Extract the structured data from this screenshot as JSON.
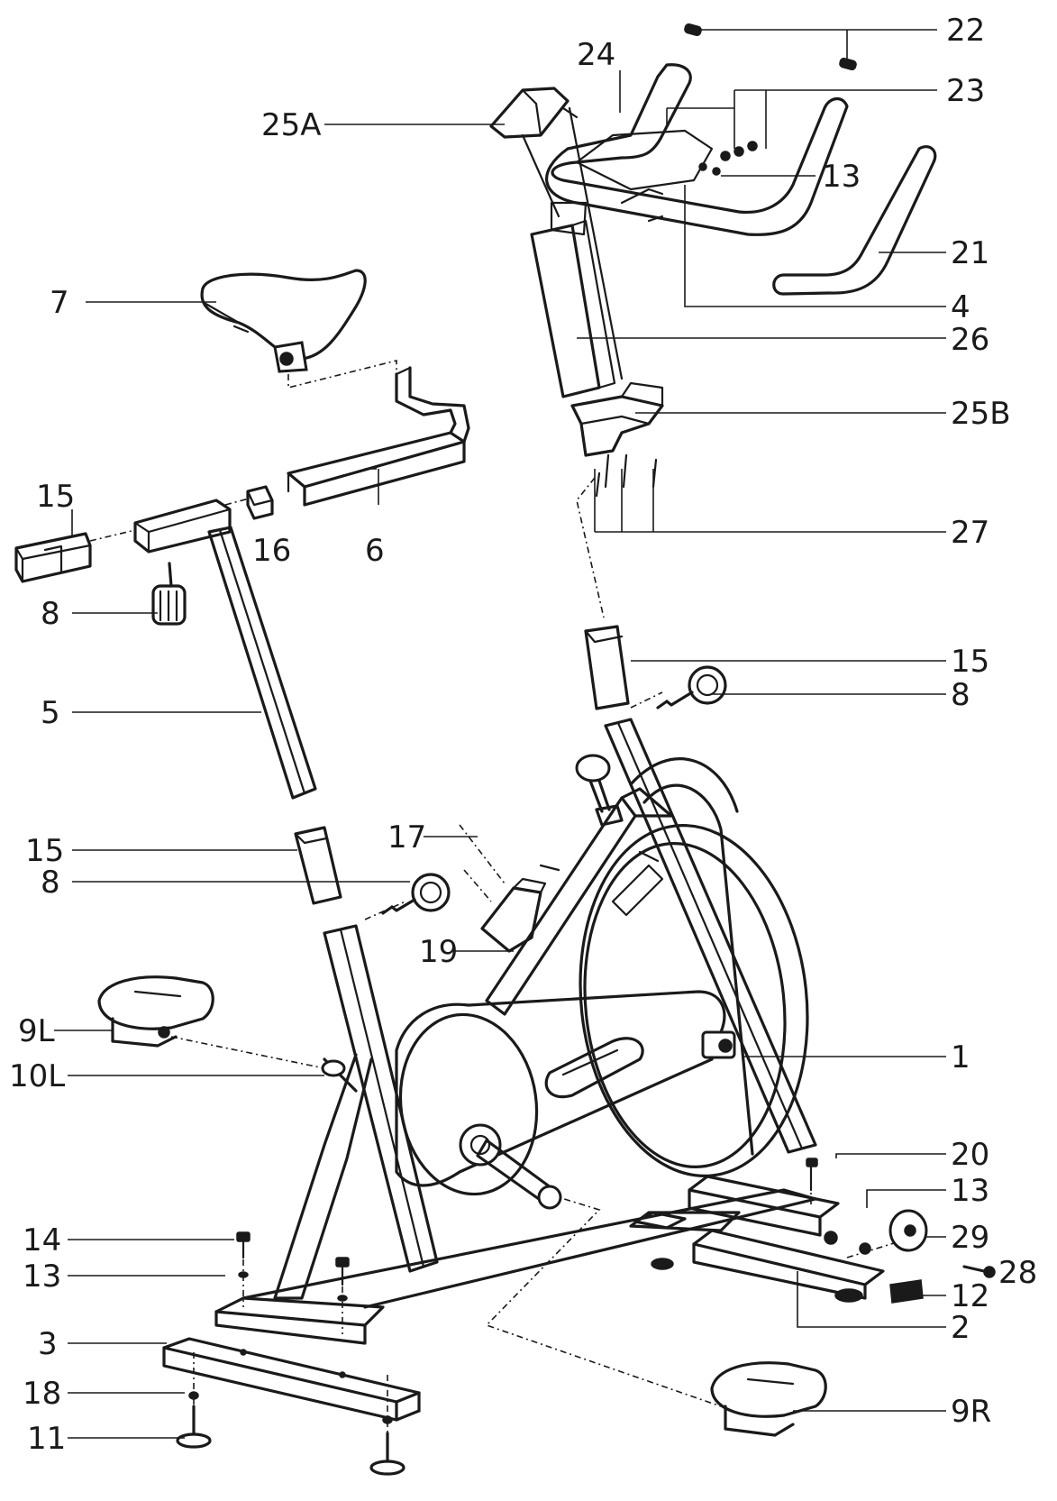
{
  "diagram": {
    "type": "exploded-parts-diagram",
    "ink_color": "#1a1a1a",
    "background_color": "#ffffff",
    "callouts": [
      {
        "id": "c22",
        "label": "22"
      },
      {
        "id": "c24",
        "label": "24"
      },
      {
        "id": "c23",
        "label": "23"
      },
      {
        "id": "c25a",
        "label": "25A"
      },
      {
        "id": "c13a",
        "label": "13"
      },
      {
        "id": "c21",
        "label": "21"
      },
      {
        "id": "c7",
        "label": "7"
      },
      {
        "id": "c4",
        "label": "4"
      },
      {
        "id": "c26",
        "label": "26"
      },
      {
        "id": "c25b",
        "label": "25B"
      },
      {
        "id": "c15a",
        "label": "15"
      },
      {
        "id": "c16",
        "label": "16"
      },
      {
        "id": "c6",
        "label": "6"
      },
      {
        "id": "c27",
        "label": "27"
      },
      {
        "id": "c8a",
        "label": "8"
      },
      {
        "id": "c15b",
        "label": "15"
      },
      {
        "id": "c8b",
        "label": "8"
      },
      {
        "id": "c5",
        "label": "5"
      },
      {
        "id": "c17",
        "label": "17"
      },
      {
        "id": "c15c",
        "label": "15"
      },
      {
        "id": "c8c",
        "label": "8"
      },
      {
        "id": "c19",
        "label": "19"
      },
      {
        "id": "c9l",
        "label": "9L"
      },
      {
        "id": "c1",
        "label": "1"
      },
      {
        "id": "c10l",
        "label": "10L"
      },
      {
        "id": "c20",
        "label": "20"
      },
      {
        "id": "c13b",
        "label": "13"
      },
      {
        "id": "c14",
        "label": "14"
      },
      {
        "id": "c29",
        "label": "29"
      },
      {
        "id": "c28",
        "label": "28"
      },
      {
        "id": "c13c",
        "label": "13"
      },
      {
        "id": "c12",
        "label": "12"
      },
      {
        "id": "c3",
        "label": "3"
      },
      {
        "id": "c2",
        "label": "2"
      },
      {
        "id": "c18",
        "label": "18"
      },
      {
        "id": "c9r",
        "label": "9R"
      },
      {
        "id": "c11",
        "label": "11"
      }
    ]
  }
}
